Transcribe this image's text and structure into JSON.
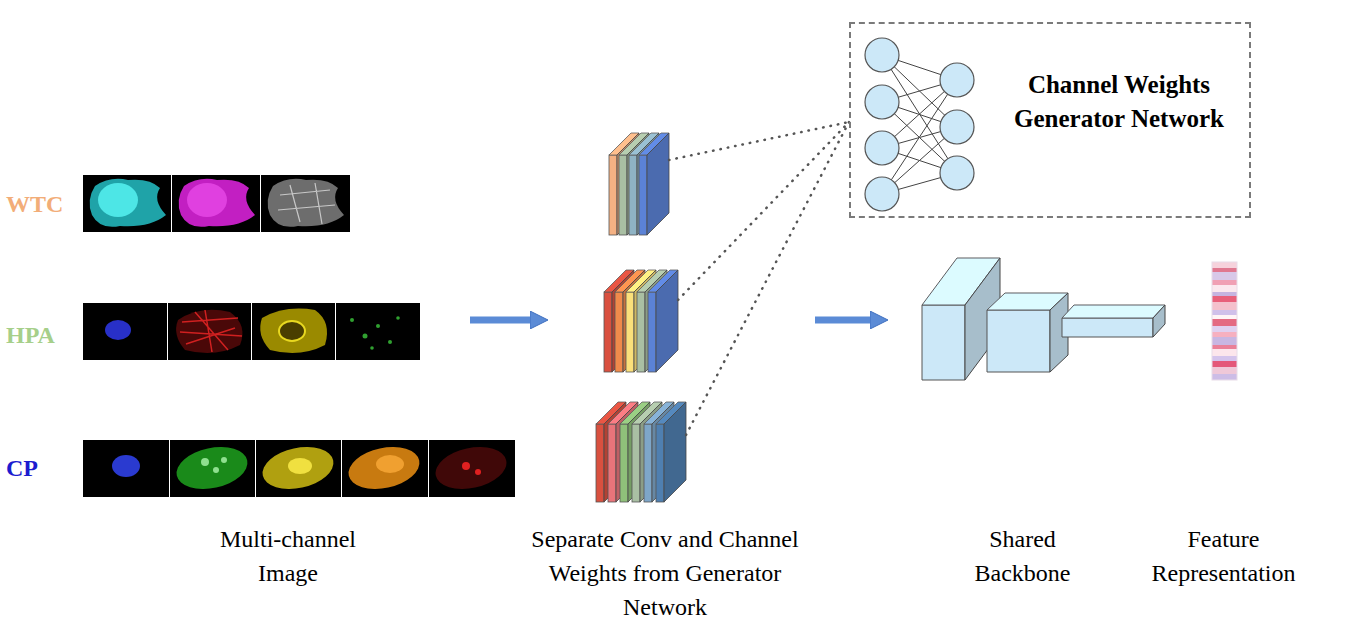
{
  "diagram": {
    "nodes": [
      {
        "text": [
          "Multi-channel Image"
        ]
      },
      {
        "text": [
          "Separate Conv and Channel Weights from Generator Network"
        ]
      },
      {
        "text": [
          "Channel Weights Generator Network"
        ]
      },
      {
        "text": [
          "Shared Backbone"
        ]
      },
      {
        "text": [
          "Feature Representation"
        ]
      }
    ],
    "edges": [
      {
        "from": 0,
        "to": 1,
        "arrow": "to"
      },
      {
        "from": 1,
        "to": 2,
        "arrow": "none"
      },
      {
        "from": 1,
        "to": 2,
        "arrow": "none"
      },
      {
        "from": 1,
        "to": 2,
        "arrow": "none"
      },
      {
        "from": 1,
        "to": 3,
        "arrow": "to"
      }
    ],
    "labels": [
      "WTC",
      "HPA",
      "CP"
    ]
  }
}
